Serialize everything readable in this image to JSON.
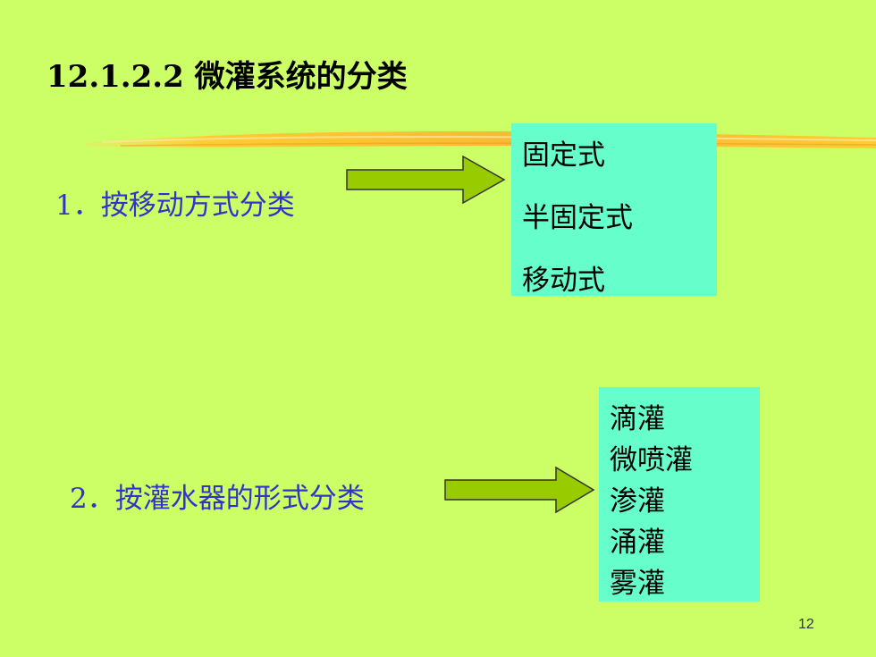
{
  "slide": {
    "title": "12.1.2.2  微灌系统的分类",
    "page_number": "12"
  },
  "groups": [
    {
      "label": "1．按移动方式分类",
      "items": [
        "固定式",
        "半固定式",
        "移动式"
      ]
    },
    {
      "label": "2．按灌水器的形式分类",
      "items": [
        "滴灌",
        "微喷灌",
        "渗灌",
        "涌灌",
        "雾灌"
      ]
    }
  ],
  "colors": {
    "background": "#ccff66",
    "label_text": "#3333cc",
    "box_fill": "#66ffcc",
    "arrow_fill": "#99cc00",
    "rule_stroke": "#ffcc33"
  }
}
